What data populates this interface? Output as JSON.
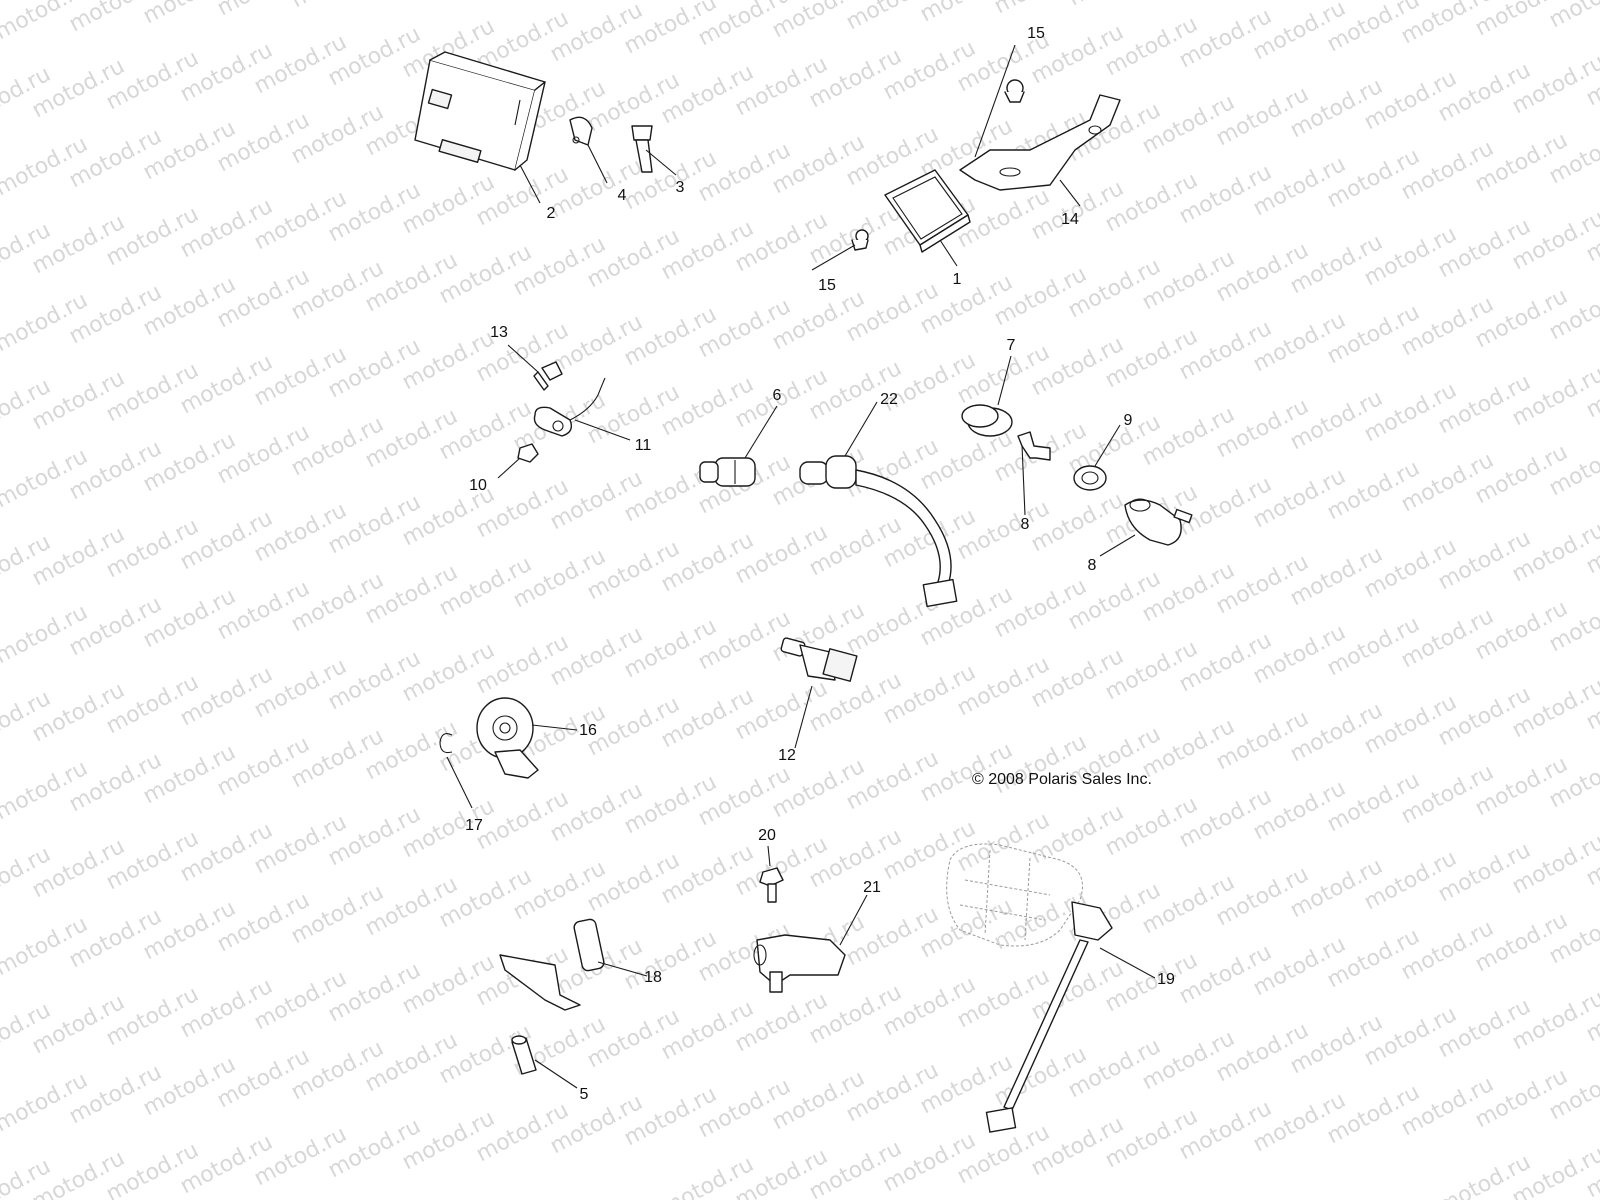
{
  "watermark": {
    "text": "motod.ru"
  },
  "copyright": "© 2008 Polaris Sales Inc.",
  "callouts": [
    "15",
    "2",
    "4",
    "3",
    "14",
    "15",
    "1",
    "13",
    "7",
    "6",
    "22",
    "11",
    "9",
    "10",
    "8",
    "8",
    "16",
    "12",
    "17",
    "20",
    "21",
    "18",
    "19",
    "5"
  ]
}
